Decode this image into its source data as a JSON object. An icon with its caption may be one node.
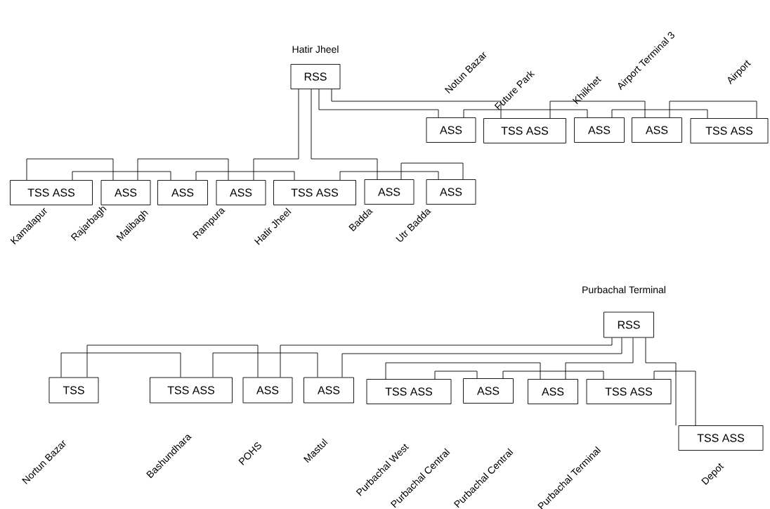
{
  "diagram": {
    "nodes": [
      {
        "text": [
          "RSS"
        ],
        "beside": [
          "Hatir Jheel"
        ]
      },
      {
        "text": [
          "ASS"
        ],
        "beside": [
          "Notun Bazar"
        ]
      },
      {
        "text": [
          "TSS ASS"
        ],
        "beside": [
          "Future Park"
        ]
      },
      {
        "text": [
          "ASS"
        ],
        "beside": [
          "Khilkhet"
        ]
      },
      {
        "text": [
          "ASS"
        ],
        "beside": [
          "Airport Terminal 3"
        ]
      },
      {
        "text": [
          "TSS ASS"
        ],
        "beside": [
          "Airport"
        ]
      },
      {
        "text": [
          "TSS ASS"
        ],
        "beside": [
          "Kamalapur"
        ]
      },
      {
        "text": [
          "ASS"
        ],
        "beside": [
          "Rajarbagh"
        ]
      },
      {
        "text": [
          "ASS"
        ],
        "beside": [
          "Malibagh"
        ]
      },
      {
        "text": [
          "ASS"
        ],
        "beside": [
          "Rampura"
        ]
      },
      {
        "text": [
          "TSS ASS"
        ],
        "beside": [
          "Hatir Jheel"
        ]
      },
      {
        "text": [
          "ASS"
        ],
        "beside": [
          "Badda"
        ]
      },
      {
        "text": [
          "ASS"
        ],
        "beside": [
          "Utr Badda"
        ]
      },
      {
        "text": [
          "RSS"
        ],
        "beside": [
          "Purbachal Terminal"
        ]
      },
      {
        "text": [
          "TSS"
        ],
        "beside": [
          "Nortun Bazar"
        ]
      },
      {
        "text": [
          "TSS ASS"
        ],
        "beside": [
          "Bashundhara"
        ]
      },
      {
        "text": [
          "ASS"
        ],
        "beside": [
          "POHS"
        ]
      },
      {
        "text": [
          "ASS"
        ],
        "beside": [
          "Mastul"
        ]
      },
      {
        "text": [
          "TSS ASS"
        ]
      },
      {
        "text": [
          "ASS"
        ]
      },
      {
        "text": [
          "ASS"
        ]
      },
      {
        "text": [
          "TSS ASS"
        ]
      },
      {
        "text": [
          "TSS ASS"
        ],
        "beside": [
          "Depot"
        ]
      }
    ],
    "edges": [
      {
        "from": 0,
        "to": 9,
        "arrow": "none"
      },
      {
        "from": 0,
        "to": 11,
        "arrow": "none"
      },
      {
        "from": 0,
        "to": 1,
        "arrow": "none"
      },
      {
        "from": 0,
        "to": 2,
        "arrow": "none"
      },
      {
        "from": 6,
        "to": 7,
        "arrow": "none"
      },
      {
        "from": 6,
        "to": 8,
        "arrow": "none"
      },
      {
        "from": 7,
        "to": 9,
        "arrow": "none"
      },
      {
        "from": 8,
        "to": 10,
        "arrow": "none"
      },
      {
        "from": 10,
        "to": 12,
        "arrow": "none"
      },
      {
        "from": 11,
        "to": 12,
        "arrow": "none"
      },
      {
        "from": 1,
        "to": 3,
        "arrow": "none"
      },
      {
        "from": 2,
        "to": 4,
        "arrow": "none"
      },
      {
        "from": 3,
        "to": 5,
        "arrow": "none"
      },
      {
        "from": 4,
        "to": 5,
        "arrow": "none"
      },
      {
        "from": 14,
        "to": 15,
        "arrow": "none"
      },
      {
        "from": 14,
        "to": 16,
        "arrow": "none"
      },
      {
        "from": 15,
        "to": 17,
        "arrow": "none"
      },
      {
        "from": 13,
        "to": 16,
        "arrow": "none"
      },
      {
        "from": 13,
        "to": 17,
        "arrow": "none"
      },
      {
        "from": 18,
        "to": 20,
        "arrow": "none"
      },
      {
        "from": 18,
        "to": 19,
        "arrow": "none"
      },
      {
        "from": 19,
        "to": 21,
        "arrow": "none"
      },
      {
        "from": 13,
        "to": 20,
        "arrow": "none"
      },
      {
        "from": 21,
        "to": 22,
        "arrow": "none"
      },
      {
        "from": 13,
        "to": 22,
        "arrow": "none"
      }
    ],
    "labels": [
      "Purbachal West",
      "Purbachal Central",
      "Purbachal Central",
      "Purbachal Terminal"
    ]
  }
}
